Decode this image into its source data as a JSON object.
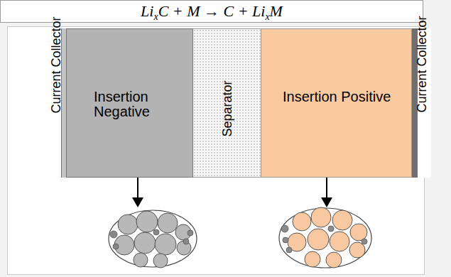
{
  "diagram": {
    "nodes": [
      {
        "text": [
          "Current Collector"
        ]
      },
      {
        "text": [
          "Insertion Negative"
        ]
      },
      {
        "text": [
          "Separator"
        ]
      },
      {
        "text": [
          "Insertion Positive"
        ]
      },
      {
        "text": [
          "Current Collector"
        ]
      }
    ],
    "labels": [
      "Li",
      "x",
      "C + M → C + Li",
      "x",
      "M"
    ]
  }
}
